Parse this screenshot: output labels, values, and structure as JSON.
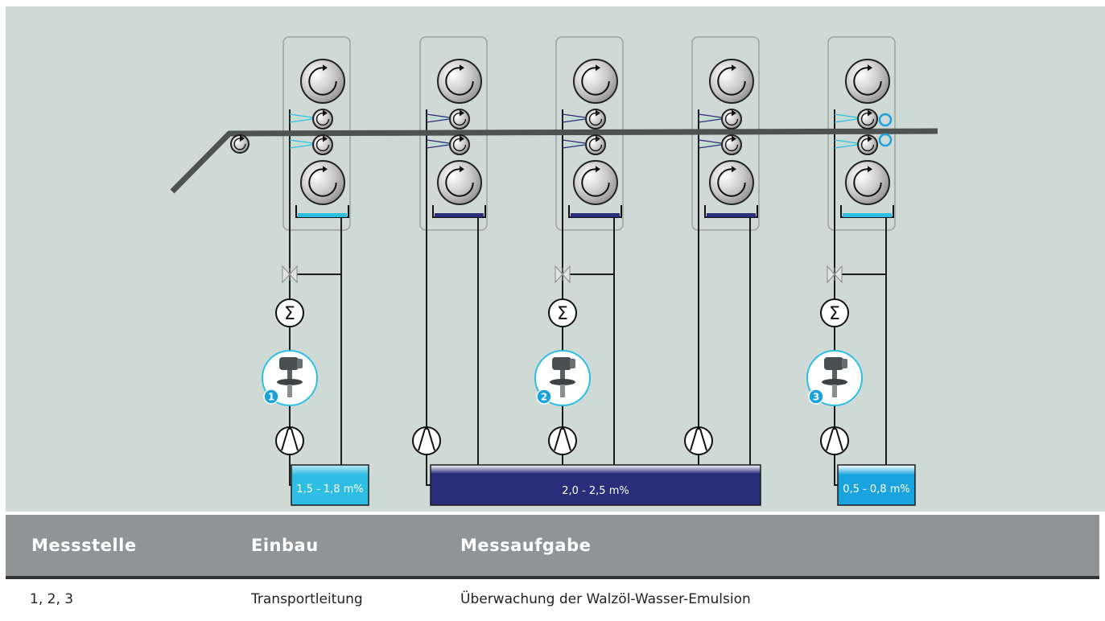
{
  "diagram": {
    "colors": {
      "background": "#cfdad6",
      "strip": "#4d5350",
      "emulsion_light": "#2ebde3",
      "emulsion_dark": "#2a2d7a",
      "emulsion_mid": "#1aa3de",
      "badge": "#1ba2dc"
    },
    "tanks": [
      {
        "label": "1,5 - 1,8 m%"
      },
      {
        "label": "2,0 - 2,5 m%"
      },
      {
        "label": "0,5 - 0,8 m%"
      }
    ],
    "measuring_points": [
      {
        "number": "1"
      },
      {
        "number": "2"
      },
      {
        "number": "3"
      }
    ],
    "icons": [
      "roll-icon",
      "valve-icon",
      "summation-icon",
      "pump-icon",
      "sensor-icon",
      "spray-nozzle-icon"
    ]
  },
  "table": {
    "headers": [
      "Messstelle",
      "Einbau",
      "Messaufgabe"
    ],
    "rows": [
      [
        "1, 2, 3",
        "Transportleitung",
        "Überwachung der Walzöl-Wasser-Emulsion"
      ]
    ]
  }
}
